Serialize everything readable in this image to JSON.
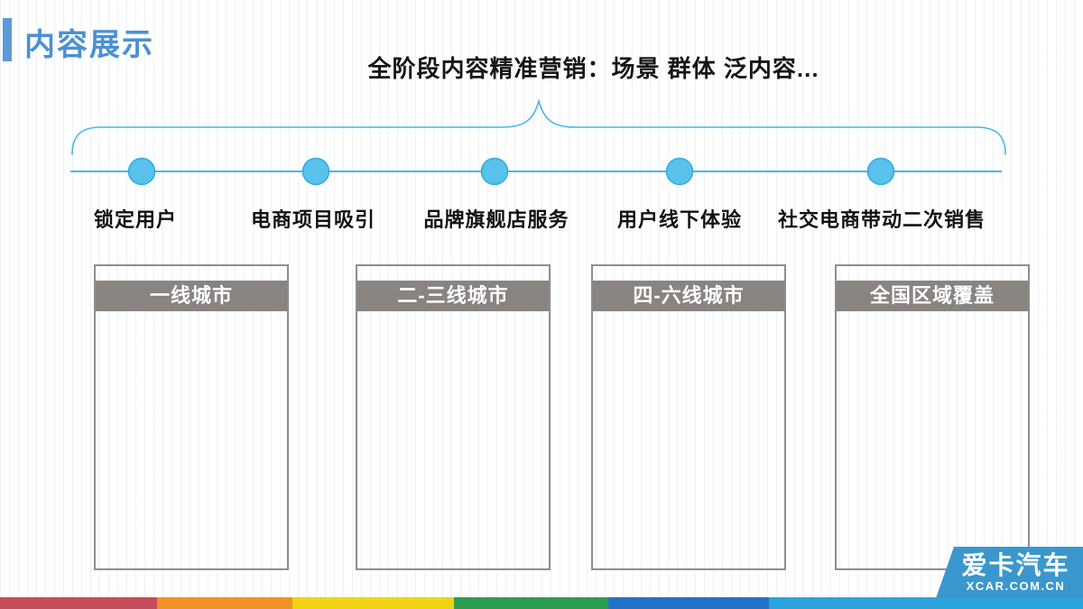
{
  "slide": {
    "title": "内容展示",
    "heading": "全阶段内容精准营销：场景 群体 泛内容...",
    "timeline": {
      "stages": [
        {
          "label": "锁定用户"
        },
        {
          "label": "电商项目吸引"
        },
        {
          "label": "品牌旗舰店服务"
        },
        {
          "label": "用户线下体验"
        },
        {
          "label": "社交电商带动二次销售"
        }
      ]
    },
    "cards": [
      {
        "header": "一线城市"
      },
      {
        "header": "二-三线城市"
      },
      {
        "header": "四-六线城市"
      },
      {
        "header": "全国区域覆盖"
      }
    ],
    "footer": {
      "stripe_colors": [
        "#c64b5b",
        "#ee9227",
        "#f2d313",
        "#2b9e51",
        "#2273c8",
        "#2ba4dd"
      ]
    },
    "logo": {
      "brand": "爱卡汽车",
      "domain": "XCAR.COM.CN",
      "bg_color": "#3a97ce"
    },
    "accent_colors": {
      "title_blue": "#4a90d4",
      "timeline_blue": "#47b6e8",
      "dot_fill": "#58c1ec",
      "card_header_gray": "#8a8481"
    }
  }
}
